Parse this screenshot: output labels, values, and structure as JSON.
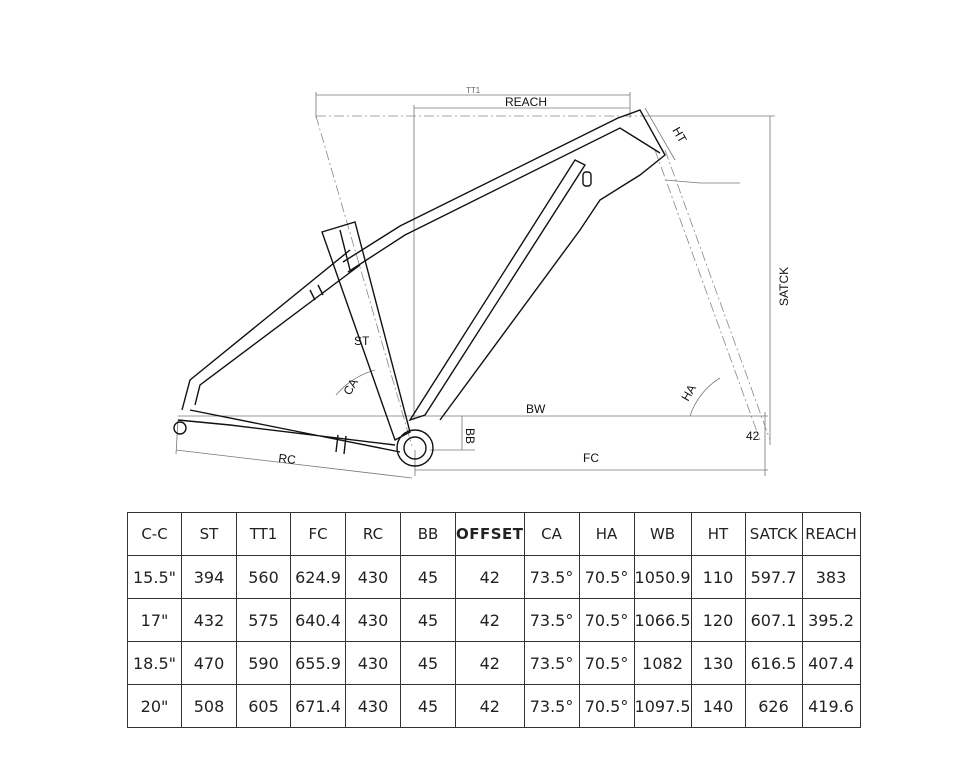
{
  "drawing": {
    "labels": {
      "tt1": "TT1",
      "reach": "REACH",
      "ht": "HT",
      "satck": "SATCK",
      "st": "ST",
      "ca": "CA",
      "ha": "HA",
      "bw": "BW",
      "bb": "BB",
      "offset_value": "42",
      "rc": "RC",
      "fc": "FC"
    }
  },
  "table": {
    "headers": [
      "C-C",
      "ST",
      "TT1",
      "FC",
      "RC",
      "BB",
      "OFFSET",
      "CA",
      "HA",
      "WB",
      "HT",
      "SATCK",
      "REACH"
    ],
    "rows": [
      [
        "15.5\"",
        "394",
        "560",
        "624.9",
        "430",
        "45",
        "42",
        "73.5°",
        "70.5°",
        "1050.9",
        "110",
        "597.7",
        "383"
      ],
      [
        "17\"",
        "432",
        "575",
        "640.4",
        "430",
        "45",
        "42",
        "73.5°",
        "70.5°",
        "1066.5",
        "120",
        "607.1",
        "395.2"
      ],
      [
        "18.5\"",
        "470",
        "590",
        "655.9",
        "430",
        "45",
        "42",
        "73.5°",
        "70.5°",
        "1082",
        "130",
        "616.5",
        "407.4"
      ],
      [
        "20\"",
        "508",
        "605",
        "671.4",
        "430",
        "45",
        "42",
        "73.5°",
        "70.5°",
        "1097.5",
        "140",
        "626",
        "419.6"
      ]
    ]
  }
}
